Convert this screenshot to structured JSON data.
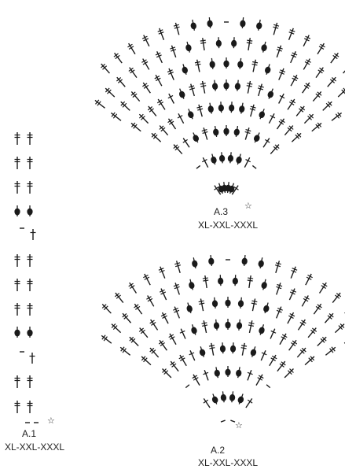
{
  "charts": [
    {
      "id": "a1",
      "label": "A.1",
      "size": "XL-XXL-XXXL",
      "star": "☆"
    },
    {
      "id": "a2",
      "label": "A.2",
      "size": "XL-XXL-XXXL",
      "star": "☆"
    },
    {
      "id": "a3",
      "label": "A.3",
      "size": "XL-XXL-XXXL",
      "star": "☆"
    }
  ],
  "colors": {
    "ink": "#1a1a1a"
  },
  "symbols": [
    "treble-crochet",
    "double-crochet",
    "chain-stitch",
    "bobble"
  ]
}
